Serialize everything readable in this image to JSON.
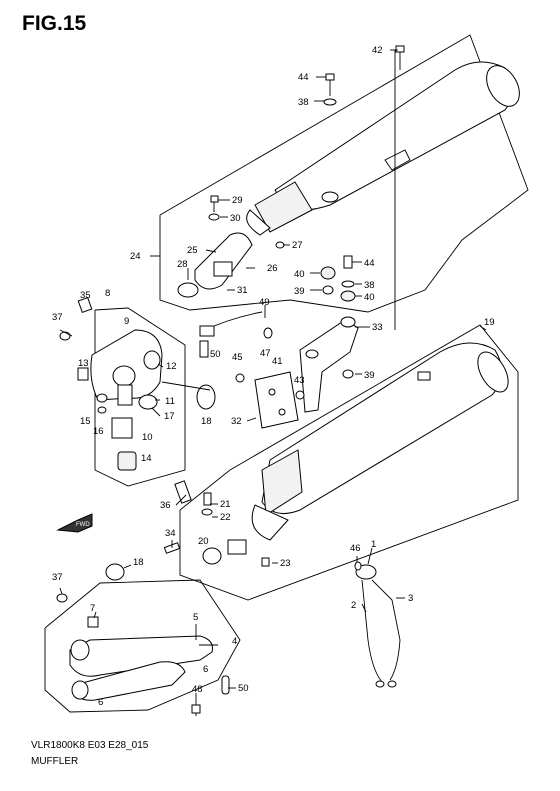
{
  "figure": {
    "title": "FIG.15",
    "model_code": "VLR1800K8 E03 E28_015",
    "section_name": "MUFFLER",
    "direction_arrow_label": "FWD"
  },
  "callouts": [
    {
      "id": "c1",
      "label": "1"
    },
    {
      "id": "c2",
      "label": "2"
    },
    {
      "id": "c3",
      "label": "3"
    },
    {
      "id": "c4",
      "label": "4"
    },
    {
      "id": "c5",
      "label": "5"
    },
    {
      "id": "c6a",
      "label": "6"
    },
    {
      "id": "c6b",
      "label": "6"
    },
    {
      "id": "c7",
      "label": "7"
    },
    {
      "id": "c8",
      "label": "8"
    },
    {
      "id": "c9",
      "label": "9"
    },
    {
      "id": "c10",
      "label": "10"
    },
    {
      "id": "c11",
      "label": "11"
    },
    {
      "id": "c12",
      "label": "12"
    },
    {
      "id": "c13",
      "label": "13"
    },
    {
      "id": "c14",
      "label": "14"
    },
    {
      "id": "c15",
      "label": "15"
    },
    {
      "id": "c16",
      "label": "16"
    },
    {
      "id": "c17",
      "label": "17"
    },
    {
      "id": "c18a",
      "label": "18"
    },
    {
      "id": "c18b",
      "label": "18"
    },
    {
      "id": "c19",
      "label": "19"
    },
    {
      "id": "c20",
      "label": "20"
    },
    {
      "id": "c21",
      "label": "21"
    },
    {
      "id": "c22",
      "label": "22"
    },
    {
      "id": "c23",
      "label": "23"
    },
    {
      "id": "c24",
      "label": "24"
    },
    {
      "id": "c25",
      "label": "25"
    },
    {
      "id": "c26",
      "label": "26"
    },
    {
      "id": "c27",
      "label": "27"
    },
    {
      "id": "c28",
      "label": "28"
    },
    {
      "id": "c29",
      "label": "29"
    },
    {
      "id": "c30",
      "label": "30"
    },
    {
      "id": "c31",
      "label": "31"
    },
    {
      "id": "c32",
      "label": "32"
    },
    {
      "id": "c33",
      "label": "33"
    },
    {
      "id": "c34",
      "label": "34"
    },
    {
      "id": "c35",
      "label": "35"
    },
    {
      "id": "c36",
      "label": "36"
    },
    {
      "id": "c37a",
      "label": "37"
    },
    {
      "id": "c37b",
      "label": "37"
    },
    {
      "id": "c38a",
      "label": "38"
    },
    {
      "id": "c38b",
      "label": "38"
    },
    {
      "id": "c39a",
      "label": "39"
    },
    {
      "id": "c39b",
      "label": "39"
    },
    {
      "id": "c40a",
      "label": "40"
    },
    {
      "id": "c40b",
      "label": "40"
    },
    {
      "id": "c41",
      "label": "41"
    },
    {
      "id": "c42",
      "label": "42"
    },
    {
      "id": "c43",
      "label": "43"
    },
    {
      "id": "c44a",
      "label": "44"
    },
    {
      "id": "c44b",
      "label": "44"
    },
    {
      "id": "c45",
      "label": "45"
    },
    {
      "id": "c46",
      "label": "46"
    },
    {
      "id": "c47",
      "label": "47"
    },
    {
      "id": "c48",
      "label": "48"
    },
    {
      "id": "c49",
      "label": "49"
    },
    {
      "id": "c50a",
      "label": "50"
    },
    {
      "id": "c50b",
      "label": "50"
    }
  ],
  "colors": {
    "line": "#000000",
    "part_fill": "#ffffff",
    "muted_callout": "#888888"
  }
}
